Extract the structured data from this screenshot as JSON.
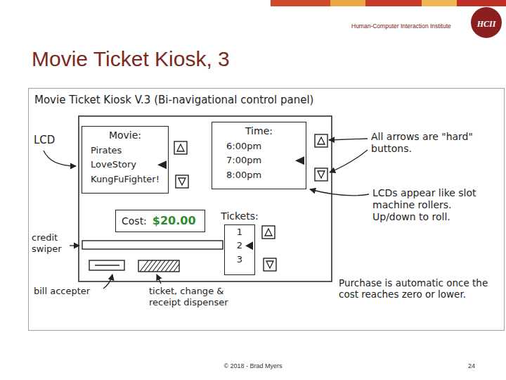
{
  "diagram": {
    "title": "Movie Ticket Kiosk, 3",
    "nodes": [
      {
        "text": [
          "Movie Ticket Kiosk V.3 (Bi-navigational control panel)"
        ]
      },
      {
        "text": [
          "Movie:",
          "Pirates",
          "LoveStory",
          "KungFuFighter!"
        ],
        "in": 0
      },
      {
        "text": [
          "Time:",
          "6:00pm",
          "7:00pm",
          "8:00pm"
        ],
        "in": 0
      },
      {
        "text": [
          "Cost:",
          "$20.00"
        ],
        "in": 0
      },
      {
        "text": [
          "Tickets:",
          "1",
          "2",
          "3"
        ],
        "in": 0
      }
    ],
    "labels": [
      "Human-Computer Interaction Institute",
      "HCII",
      "LCD",
      "All arrows are \"hard\" buttons.",
      "LCDs appear like slot machine rollers. Up/down to roll.",
      "credit swiper",
      "bill accepter",
      "ticket, change & receipt dispenser",
      "Purchase is automatic once the cost reaches zero or lower.",
      "© 2018 - Brad Myers",
      "24"
    ]
  }
}
